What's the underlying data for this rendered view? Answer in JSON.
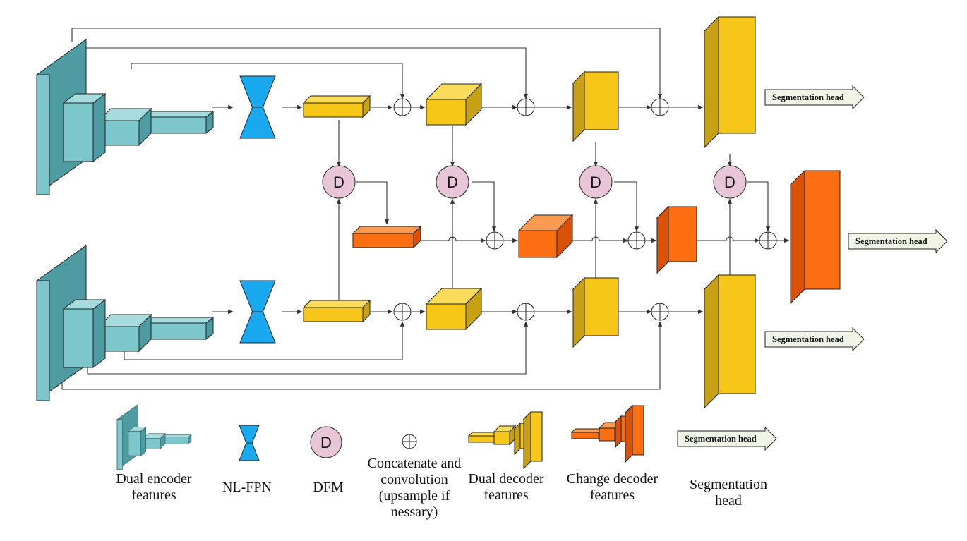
{
  "colors": {
    "teal": "#7CC6CC",
    "teal_top": "#A6DCE0",
    "teal_side": "#4E9BA2",
    "blue": "#1AA9EE",
    "yellow": "#F6C618",
    "yellow_top": "#FADC5A",
    "yellow_side": "#C7A016",
    "orange": "#FB6E12",
    "orange_top": "#FD9A52",
    "orange_side": "#D8520A",
    "dfm_fill": "#E9C6D7",
    "line": "#333333"
  },
  "icons": {
    "dfm": "dfm-circle-icon",
    "concat": "circled-plus-icon",
    "nlfpn": "hourglass-icon",
    "seg_head": "arrow-right-icon"
  },
  "diagram": {
    "dfm_letter": "D",
    "segmentation_head_label": "Segmentation head"
  },
  "legend": {
    "dual_encoder": "Dual encoder features",
    "nl_fpn": "NL-FPN",
    "dfm": "DFM",
    "concat": "Concatenate and convolution (upsample if nessary)",
    "dual_decoder": "Dual decoder features",
    "change_decoder": "Change decoder features",
    "seg_head": "Segmentation head"
  }
}
